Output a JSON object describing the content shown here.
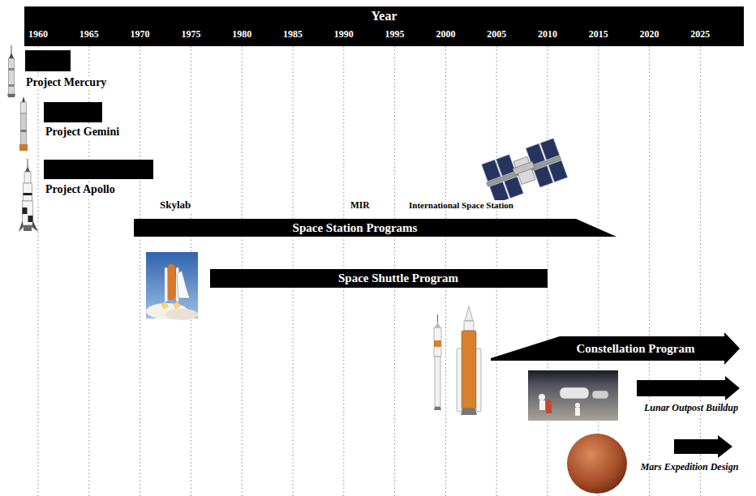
{
  "diagram": {
    "nodes": [
      {
        "text": [
          "Year",
          "1960",
          "1965",
          "1970",
          "1975",
          "1980",
          "1985",
          "1990",
          "1995",
          "2000",
          "2005",
          "2010",
          "2015",
          "2020",
          "2025"
        ]
      },
      {
        "text": [
          "Project Mercury"
        ]
      },
      {
        "text": [
          "Project Gemini"
        ]
      },
      {
        "text": [
          "Project Apollo"
        ]
      },
      {
        "text": [
          "Space Station Programs"
        ]
      },
      {
        "text": [
          "Space Shuttle Program"
        ]
      },
      {
        "text": [
          "Constellation Program"
        ]
      },
      {
        "text": [
          "Lunar Outpost Buildup"
        ]
      },
      {
        "text": [
          "Mars Expedition Design"
        ]
      }
    ],
    "labels": [
      "Skylab",
      "MIR",
      "International Space Station"
    ]
  }
}
